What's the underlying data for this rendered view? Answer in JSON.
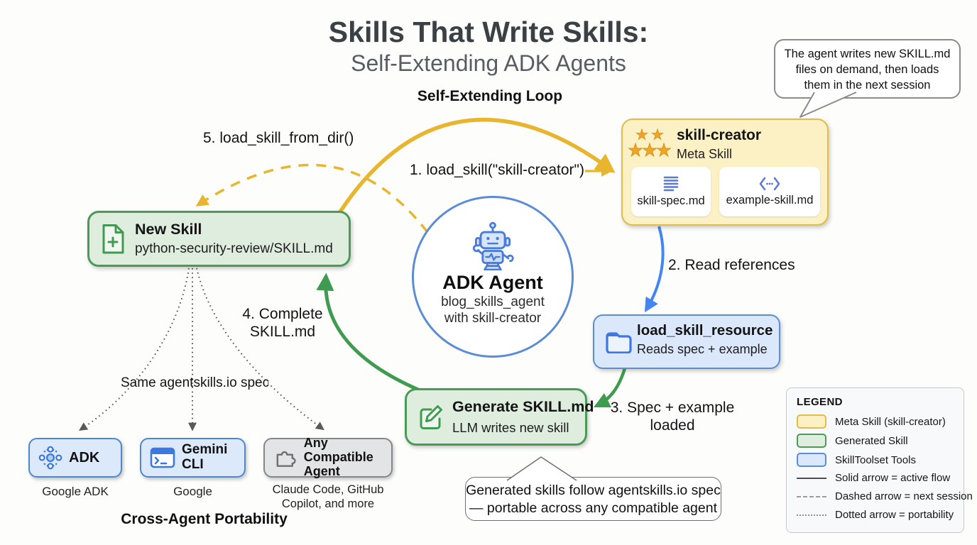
{
  "header": {
    "title": "Skills That Write Skills:",
    "subtitle": "Self-Extending ADK Agents",
    "loop_label": "Self-Extending Loop"
  },
  "callouts": {
    "top_right": "The agent writes new SKILL.md files on demand, then loads them in the next session",
    "bottom": {
      "line1": "Generated skills follow agentskills.io spec",
      "line2": "— portable across any compatible agent"
    }
  },
  "nodes": {
    "skill_creator": {
      "title": "skill-creator",
      "subtitle": "Meta Skill",
      "icon": "stars-icon",
      "files": [
        {
          "icon": "spec-lines-icon",
          "label": "skill-spec.md"
        },
        {
          "icon": "code-icon",
          "label": "example-skill.md"
        }
      ]
    },
    "adk_agent": {
      "title": "ADK Agent",
      "line1": "blog_skills_agent",
      "line2": "with skill-creator",
      "icon": "robot-icon"
    },
    "new_skill": {
      "title": "New Skill",
      "subtitle": "python-security-review/SKILL.md",
      "icon": "file-plus-icon"
    },
    "load_skill_resource": {
      "title": "load_skill_resource",
      "subtitle": "Reads spec + example",
      "icon": "folder-icon"
    },
    "generate_skill": {
      "title": "Generate SKILL.md",
      "subtitle": "LLM writes new skill",
      "icon": "edit-icon"
    }
  },
  "edge_labels": {
    "step1": "1. load_skill(\"skill-creator\")",
    "step2": "2. Read references",
    "step3": "3. Spec + example loaded",
    "step4": "4. Complete SKILL.md",
    "step5": "5. load_skill_from_dir()",
    "same_spec": "Same agentskills.io spec"
  },
  "portability": {
    "title": "Cross-Agent Portability",
    "agents": [
      {
        "label": "ADK",
        "caption": "Google ADK",
        "icon": "adk-orbit-icon"
      },
      {
        "label": "Gemini CLI",
        "caption": "Google",
        "icon": "terminal-icon"
      },
      {
        "label": "Any Compatible Agent",
        "caption": "Claude Code, GitHub Copilot, and more",
        "icon": "puzzle-icon"
      }
    ]
  },
  "legend": {
    "title": "LEGEND",
    "swatches": [
      {
        "label": "Meta Skill (skill-creator)",
        "fill": "#FBF1C4",
        "border": "#E3BC46"
      },
      {
        "label": "Generated Skill",
        "fill": "#DFEDDE",
        "border": "#4C9A58"
      },
      {
        "label": "SkillToolset Tools",
        "fill": "#DBE8FB",
        "border": "#5C8ED8"
      }
    ],
    "lines": [
      {
        "style": "solid",
        "label": "Solid arrow = active flow"
      },
      {
        "style": "dashed",
        "label": "Dashed arrow = next session"
      },
      {
        "style": "dotted",
        "label": "Dotted arrow = portability"
      }
    ]
  },
  "colors": {
    "arrow_yellow": "#E8B62E",
    "arrow_blue": "#4285F4",
    "arrow_green": "#3E9B4F",
    "dotted_gray": "#555555"
  }
}
